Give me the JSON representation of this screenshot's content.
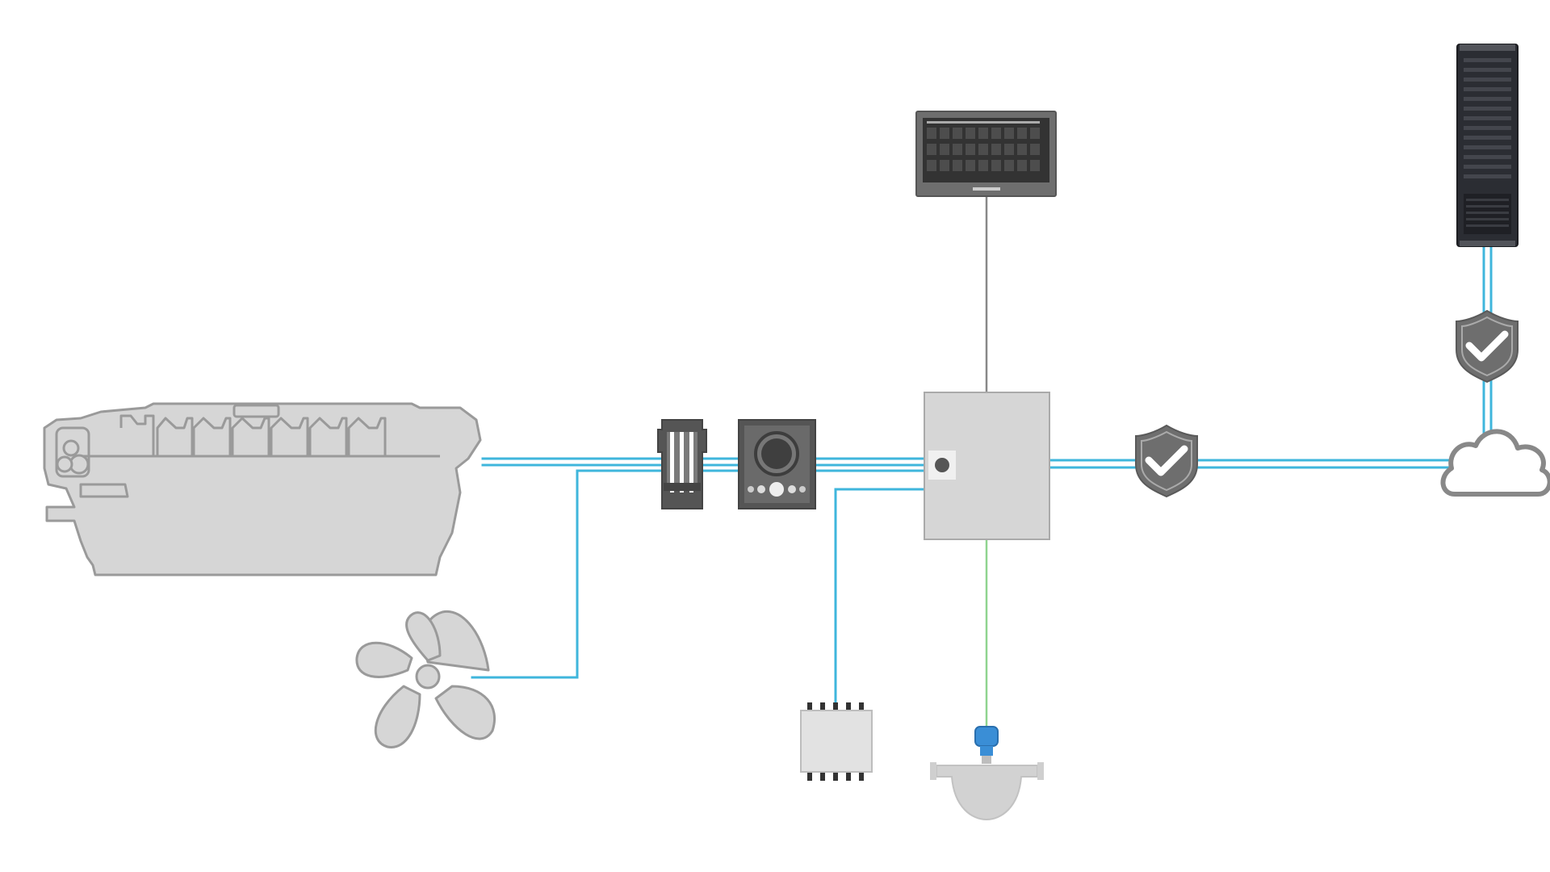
{
  "colors": {
    "background": "#ffffff",
    "data_link": "#3fb6dc",
    "signal_line": "#8fd48f",
    "hmi_link": "#888888",
    "equipment_fill": "#d6d6d6",
    "equipment_stroke": "#9a9a9a",
    "dark_device": "#555555",
    "server_rack": "#2b2d33",
    "sensor_accent": "#3a8ed6"
  },
  "nodes": [
    {
      "id": "engine",
      "icon": "marine-engine-icon"
    },
    {
      "id": "propeller",
      "icon": "propeller-icon"
    },
    {
      "id": "terminal-block",
      "icon": "terminal-block-icon"
    },
    {
      "id": "control-panel",
      "icon": "control-panel-icon"
    },
    {
      "id": "hmi-display",
      "icon": "monitor-display-icon"
    },
    {
      "id": "controller",
      "icon": "control-cabinet-icon"
    },
    {
      "id": "io-module",
      "icon": "io-module-icon"
    },
    {
      "id": "flow-meter",
      "icon": "flow-meter-icon"
    },
    {
      "id": "gateway-security",
      "icon": "shield-check-icon"
    },
    {
      "id": "cloud-security",
      "icon": "shield-check-icon"
    },
    {
      "id": "cloud",
      "icon": "cloud-icon"
    },
    {
      "id": "server",
      "icon": "server-rack-icon"
    }
  ],
  "links": [
    {
      "from": "engine",
      "to": "controller",
      "type": "data"
    },
    {
      "from": "propeller",
      "to": "controller",
      "type": "data"
    },
    {
      "from": "io-module",
      "to": "controller",
      "type": "data"
    },
    {
      "from": "hmi-display",
      "to": "controller",
      "type": "hmi"
    },
    {
      "from": "flow-meter",
      "to": "controller",
      "type": "signal"
    },
    {
      "from": "controller",
      "to": "cloud",
      "type": "data"
    },
    {
      "from": "cloud",
      "to": "server",
      "type": "data"
    }
  ]
}
